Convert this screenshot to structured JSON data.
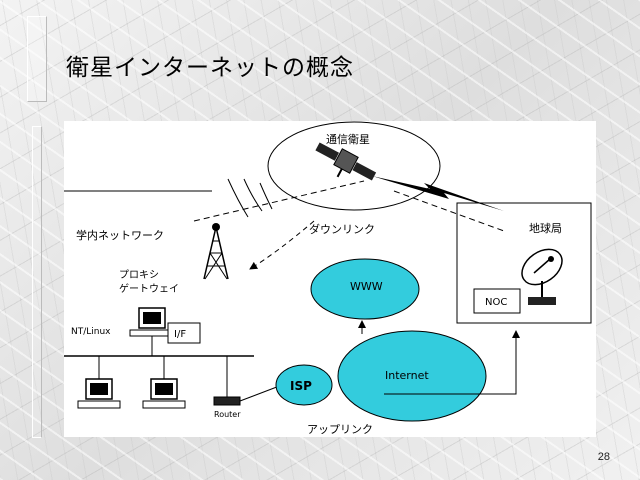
{
  "slide": {
    "title": "衛星インターネットの概念",
    "page_number": "28"
  },
  "diagram": {
    "satellite_label": "通信衛星",
    "campus_network_label": "学内ネットワーク",
    "downlink_label": "ダウンリンク",
    "uplink_label": "アップリンク",
    "proxy_gateway_label_line1": "プロキシ",
    "proxy_gateway_label_line2": "ゲートウェイ",
    "linux_label": "NT/Linux",
    "interface_label": "I/F",
    "router_label": "Router",
    "www_label": "WWW",
    "internet_label": "Internet",
    "isp_label": "ISP",
    "earth_station_label": "地球局",
    "noc_label": "NOC",
    "cloud_color": "#33ccdd",
    "line_color": "#000000"
  }
}
